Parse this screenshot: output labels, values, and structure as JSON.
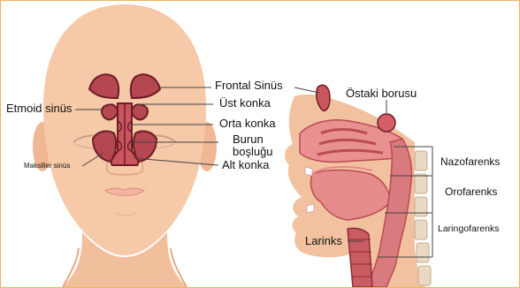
{
  "labels": {
    "frontal_sinus": "Frontal Sinüs",
    "ethmoid_sinus": "Etmoid sinüs",
    "upper_concha": "Üst konka",
    "middle_concha": "Orta konka",
    "nasal_cavity_line1": "Burun",
    "nasal_cavity_line2": "boşluğu",
    "maxillary_sinus": "Maksiller sinüs",
    "lower_concha": "Alt konka",
    "eustachian_tube": "Östaki borusu",
    "nasopharynx": "Nazofarenks",
    "oropharynx": "Orofarenks",
    "laryngopharynx": "Laringofarenks",
    "larynx": "Larinks"
  },
  "colors": {
    "frame_border": "#e8b85a",
    "skin": "#f6c9a8",
    "skin_shadow": "#e9aa86",
    "sinus_fill": "#b4474f",
    "sinus_outline": "#6e1d27",
    "tissue": "#e58b8b",
    "tissue_dark": "#b94c52",
    "leader_line": "#444444"
  }
}
